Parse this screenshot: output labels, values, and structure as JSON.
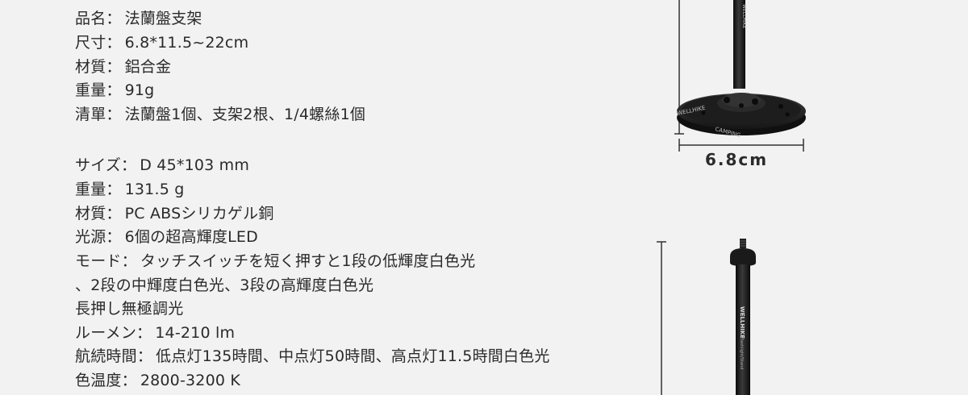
{
  "spec_group_1": [
    {
      "key": "品名",
      "value": "法蘭盤支架"
    },
    {
      "key": "尺寸",
      "value": "6.8*11.5~22cm"
    },
    {
      "key": "材質",
      "value": "鋁合金"
    },
    {
      "key": "重量",
      "value": "91g"
    },
    {
      "key": "清單",
      "value": "法蘭盤1個、支架2根、1/4螺絲1個"
    }
  ],
  "spec_group_2": [
    {
      "key": "サイズ",
      "value": "D 45*103 mm"
    },
    {
      "key": "重量",
      "value": "131.5 g"
    },
    {
      "key": "材質",
      "value": "PC ABSシリカゲル銅"
    },
    {
      "key": "光源",
      "value": "6個の超高輝度LED"
    },
    {
      "key": "モード",
      "value": "タッチスイッチを短く押すと1段の低輝度白色光"
    },
    {
      "key": "",
      "value": "、2段の中輝度白色光、3段の高輝度白色光"
    },
    {
      "key": "",
      "value": "長押し無極調光"
    },
    {
      "key": "ルーメン",
      "value": "14-210 lm"
    },
    {
      "key": "航続時間",
      "value": "低点灯135時間、中点灯50時間、高点灯11.5時間白色光"
    },
    {
      "key": "色温度",
      "value": "2800-3200 K"
    }
  ],
  "product_image": {
    "dimension_label": "6.8cm",
    "brand_text": "WELLHIKE",
    "sub_text": "CAMPING",
    "model_text": "Flashlight/Stand"
  },
  "colors": {
    "background": "#f2f2f2",
    "text": "#2a2a2a",
    "product_black": "#1c1c1c"
  }
}
